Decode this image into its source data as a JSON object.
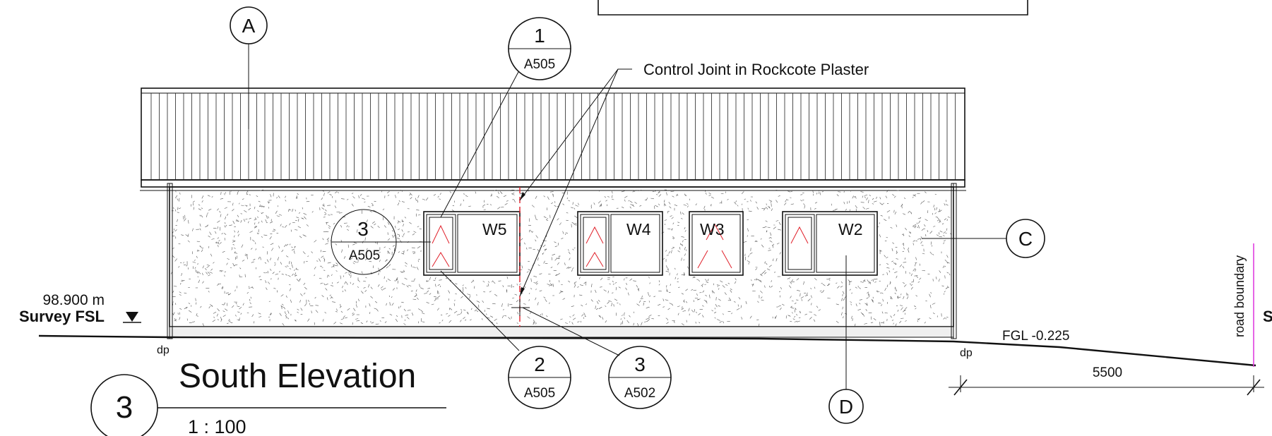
{
  "sheet": {
    "view_number": "3",
    "view_title": "South Elevation",
    "view_scale": "1 : 100"
  },
  "annotations": {
    "control_joint_note": "Control Joint in Rockcote Plaster",
    "level_value": "98.900 m",
    "level_name": "Survey FSL",
    "fgl_label": "FGL -0.225",
    "downpipe_left": "dp",
    "downpipe_right": "dp",
    "road_boundary": "road boundary",
    "cut_text": "S",
    "dimension_5500": "5500"
  },
  "callouts": {
    "grid_a": "A",
    "grid_c": "C",
    "grid_d": "D",
    "detail_1": {
      "number": "1",
      "sheet": "A505"
    },
    "detail_2": {
      "number": "2",
      "sheet": "A505"
    },
    "detail_3a": {
      "number": "3",
      "sheet": "A505"
    },
    "detail_3b": {
      "number": "3",
      "sheet": "A502"
    }
  },
  "windows": {
    "w5": "W5",
    "w4": "W4",
    "w3": "W3",
    "w2": "W2"
  },
  "colors": {
    "line": "#111111",
    "control_joint": "#e0202a",
    "road_boundary": "#e040e0",
    "opening_indicator": "#e0202a",
    "ground_band": "#efefef"
  }
}
